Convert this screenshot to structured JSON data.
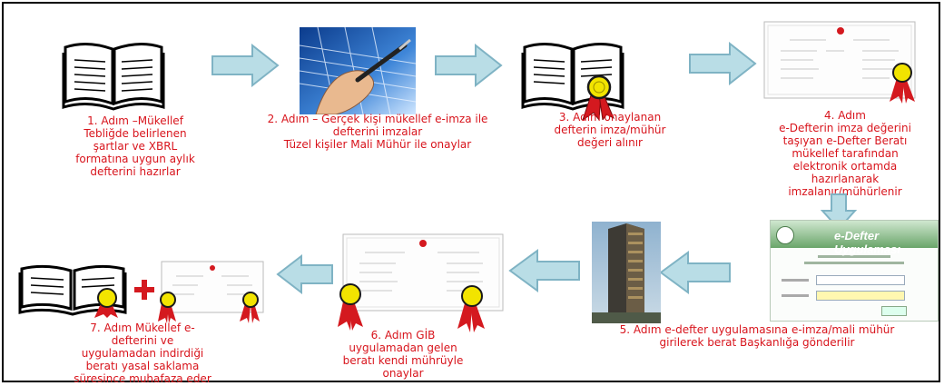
{
  "steps": [
    {
      "label": "1. Adım –Mükellef\nTebliğde belirlenen\nşartlar ve XBRL\nformatına uygun aylık\ndefterini hazırlar"
    },
    {
      "label": "2. Adım – Gerçek kişi mükellef e-imza ile\ndefterini imzalar\nTüzel kişiler Mali Mühür ile onaylar"
    },
    {
      "label": "3. Adım  onaylanan\ndefterin imza/mühür\ndeğeri alınır"
    },
    {
      "label": "4. Adım\ne-Defterin imza değerini\ntaşıyan e-Defter Beratı\nmükellef tarafından\nelektronik ortamda\nhazırlanarak\nimzalanır/mühürlenir"
    },
    {
      "label": "5. Adım e-defter uygulamasına e-imza/mali mühür\ngirilerek  berat Başkanlığa gönderilir"
    },
    {
      "label": "6. Adım GİB\nuygulamadan gelen\nberatı kendi mührüyle\nonaylar"
    },
    {
      "label": "7. Adım Mükellef e-\ndefterini ve\nuygulamadan indirdiği\nberatı yasal saklama\nsüresince muhafaza eder"
    }
  ],
  "screen": {
    "title": "e-Defter Uygulaması"
  },
  "colors": {
    "label": "#d8141c",
    "arrow": "#b9dde6",
    "arrow_stroke": "#7fb3c4",
    "ribbon": "#d4191f",
    "seal": "#f2e400"
  }
}
